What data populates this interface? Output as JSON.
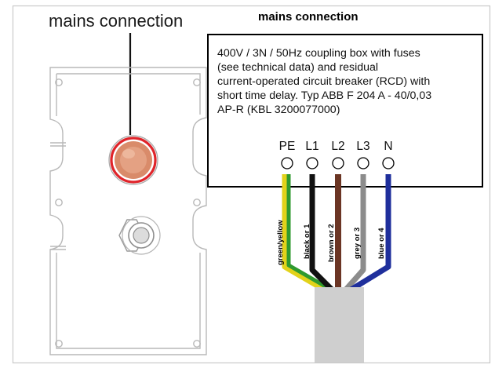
{
  "left_caption": "mains connection",
  "right_caption": "mains connection",
  "description_lines": [
    "400V / 3N / 50Hz coupling box with fuses",
    "(see technical data) and residual",
    "current-operated circuit breaker (RCD) with",
    "short time delay. Typ ABB F 204 A - 40/0,03",
    "AP-R (KBL 3200077000)"
  ],
  "terminals": [
    "PE",
    "L1",
    "L2",
    "L3",
    "N"
  ],
  "wires": [
    {
      "label": "green/yellow",
      "colors": [
        "#e2d21a",
        "#2f9a2f"
      ]
    },
    {
      "label": "black or 1",
      "colors": [
        "#111111"
      ]
    },
    {
      "label": "brown or 2",
      "colors": [
        "#6b3524"
      ]
    },
    {
      "label": "grey or 3",
      "colors": [
        "#8c8c8c"
      ]
    },
    {
      "label": "blue or 4",
      "colors": [
        "#1f2f9c"
      ]
    }
  ],
  "colors": {
    "plate_outline": "#b8b8b8",
    "connector_ring": "#e0242a",
    "connector_fill": "#d98b6a",
    "cable_sheath": "#cfcfcf"
  }
}
